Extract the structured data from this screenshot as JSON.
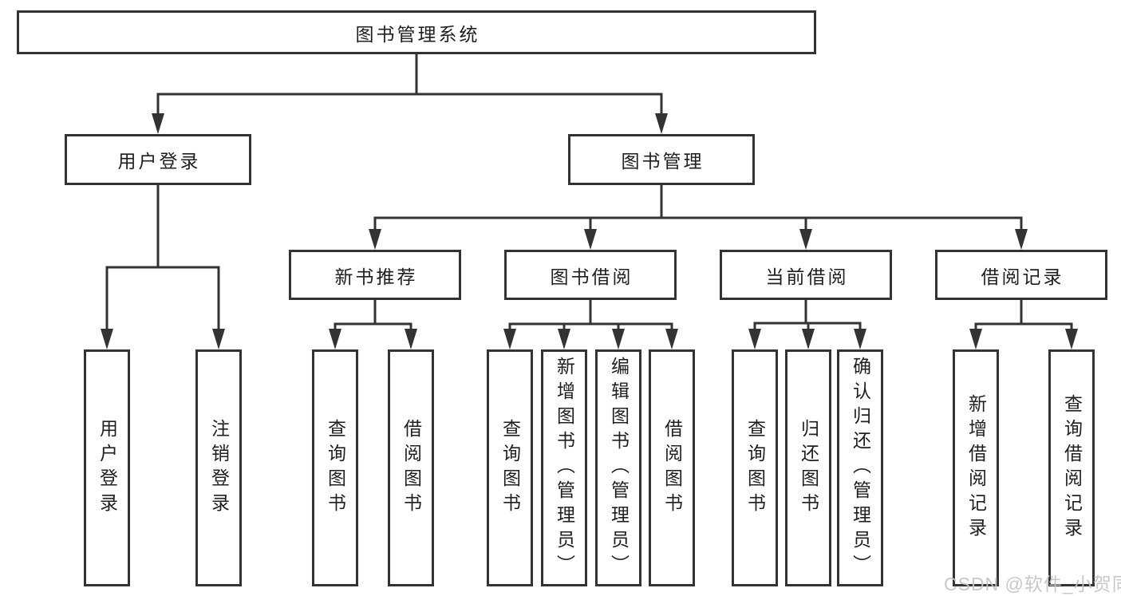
{
  "diagram": {
    "root": {
      "label": "图书管理系统"
    },
    "level2": [
      {
        "label": "用户登录"
      },
      {
        "label": "图书管理"
      }
    ],
    "level3": [
      {
        "label": "新书推荐"
      },
      {
        "label": "图书借阅"
      },
      {
        "label": "当前借阅"
      },
      {
        "label": "借阅记录"
      }
    ],
    "leaves": [
      {
        "label": "用户登录",
        "parent": "用户登录"
      },
      {
        "label": "注销登录",
        "parent": "用户登录"
      },
      {
        "label": "查询图书",
        "parent": "新书推荐"
      },
      {
        "label": "借阅图书",
        "parent": "新书推荐"
      },
      {
        "label": "查询图书",
        "parent": "图书借阅"
      },
      {
        "label": "新增图书（管理员）",
        "parent": "图书借阅"
      },
      {
        "label": "编辑图书（管理员）",
        "parent": "图书借阅"
      },
      {
        "label": "借阅图书",
        "parent": "图书借阅"
      },
      {
        "label": "查询图书",
        "parent": "当前借阅"
      },
      {
        "label": "归还图书",
        "parent": "当前借阅"
      },
      {
        "label": "确认归还（管理员）",
        "parent": "当前借阅"
      },
      {
        "label": "新增借阅记录",
        "parent": "借阅记录"
      },
      {
        "label": "查询借阅记录",
        "parent": "借阅记录"
      }
    ]
  },
  "watermark": {
    "text": "CSDN @软件_小贺同学"
  },
  "colors": {
    "line": "#333333",
    "text": "#1f1f1f",
    "background": "#ffffff",
    "watermark": "#c3c3c3"
  }
}
